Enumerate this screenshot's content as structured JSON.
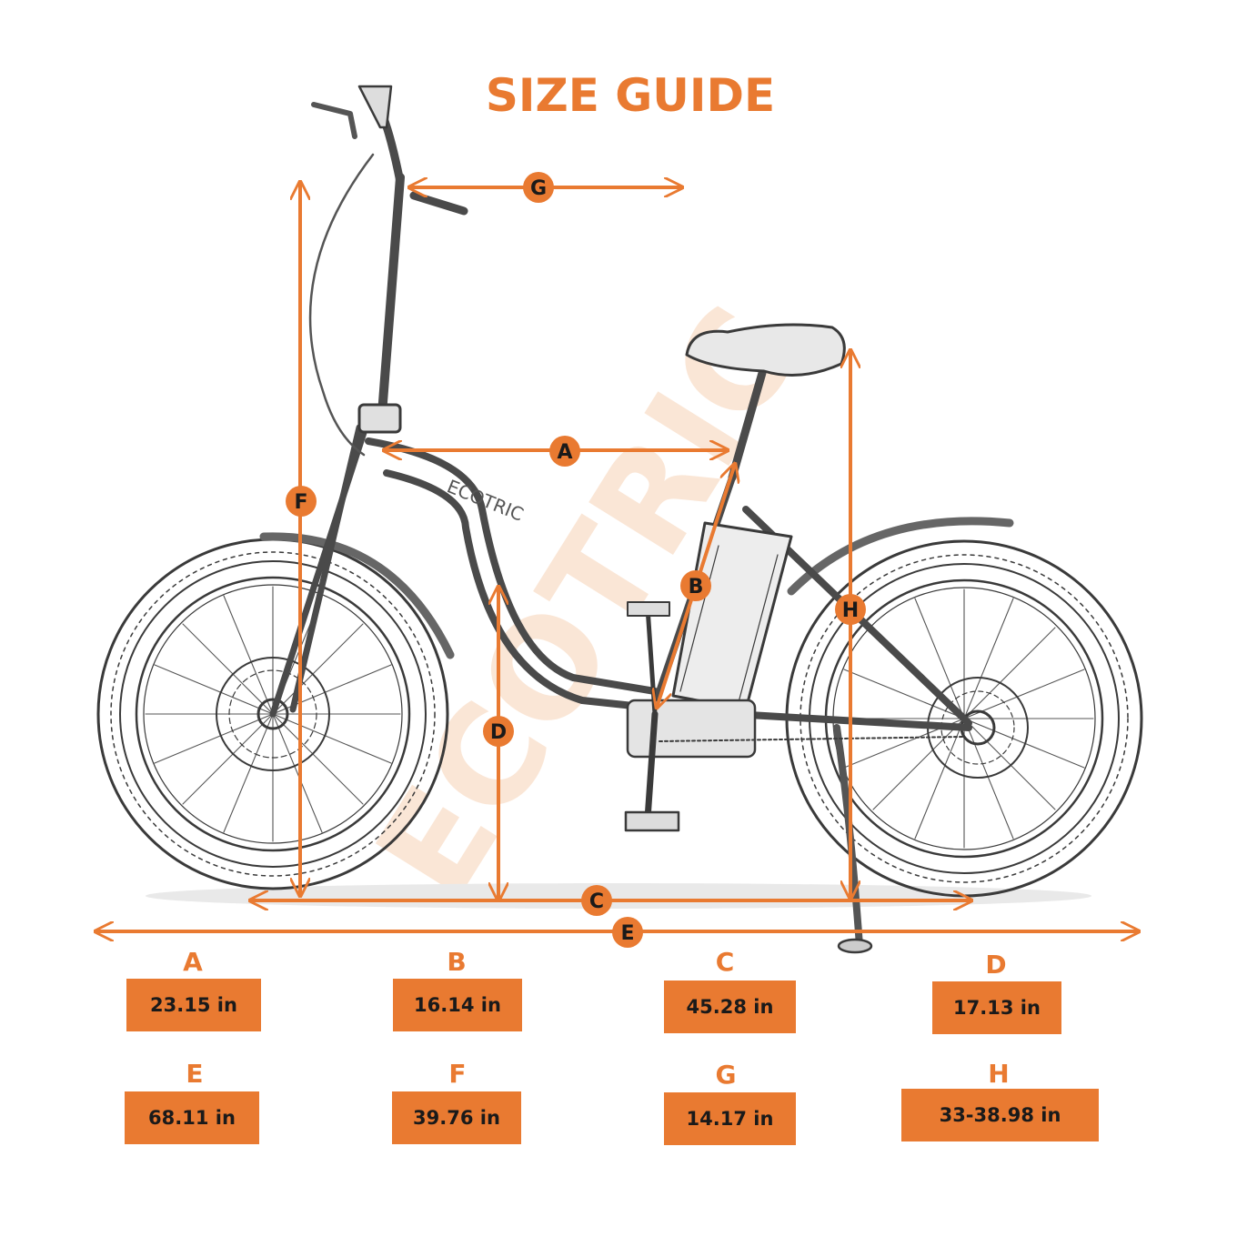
{
  "title": "SIZE GUIDE",
  "watermark": "ECOTRIC",
  "frame_text": "ECOTRIC",
  "accent_color": "#e97a31",
  "measurements": [
    {
      "label": "A",
      "value": "23.15 in"
    },
    {
      "label": "B",
      "value": "16.14 in"
    },
    {
      "label": "C",
      "value": "45.28 in"
    },
    {
      "label": "D",
      "value": "17.13 in"
    },
    {
      "label": "E",
      "value": "68.11 in"
    },
    {
      "label": "F",
      "value": "39.76 in"
    },
    {
      "label": "G",
      "value": "14.17 in"
    },
    {
      "label": "H",
      "value": "33-38.98 in"
    }
  ]
}
